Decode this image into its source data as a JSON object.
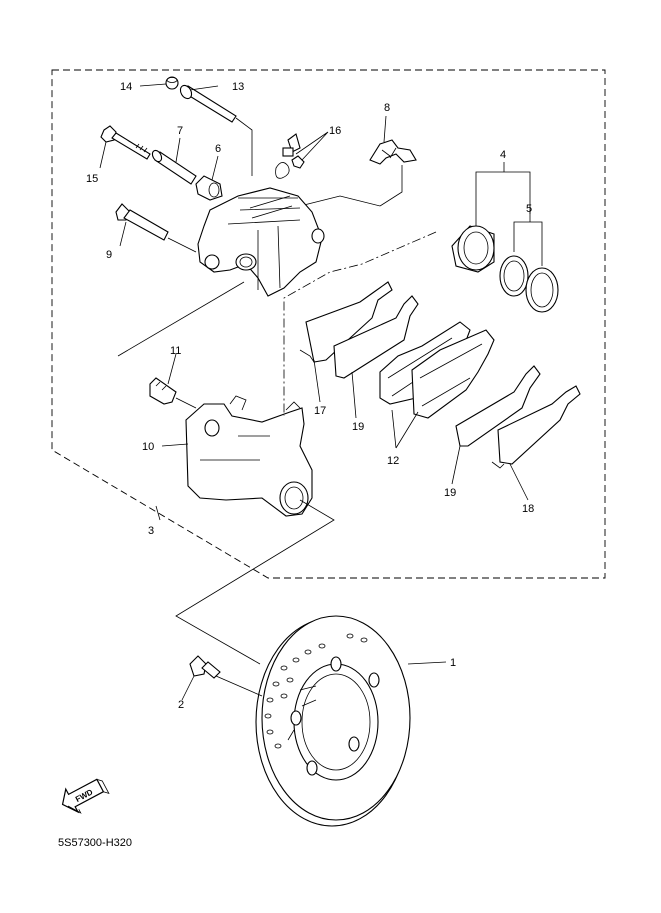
{
  "diagram": {
    "drawing_code": "5S57300-H320",
    "fwd_label": "FWD",
    "callouts": [
      {
        "id": "c1",
        "label": "1"
      },
      {
        "id": "c2",
        "label": "2"
      },
      {
        "id": "c3",
        "label": "3"
      },
      {
        "id": "c4",
        "label": "4"
      },
      {
        "id": "c5",
        "label": "5"
      },
      {
        "id": "c6",
        "label": "6"
      },
      {
        "id": "c7",
        "label": "7"
      },
      {
        "id": "c8",
        "label": "8"
      },
      {
        "id": "c9",
        "label": "9"
      },
      {
        "id": "c10",
        "label": "10"
      },
      {
        "id": "c11",
        "label": "11"
      },
      {
        "id": "c12",
        "label": "12"
      },
      {
        "id": "c13",
        "label": "13"
      },
      {
        "id": "c14",
        "label": "14"
      },
      {
        "id": "c15",
        "label": "15"
      },
      {
        "id": "c16",
        "label": "16"
      },
      {
        "id": "c17",
        "label": "17"
      },
      {
        "id": "c18",
        "label": "18"
      },
      {
        "id": "c19a",
        "label": "19"
      },
      {
        "id": "c19b",
        "label": "19"
      }
    ]
  }
}
